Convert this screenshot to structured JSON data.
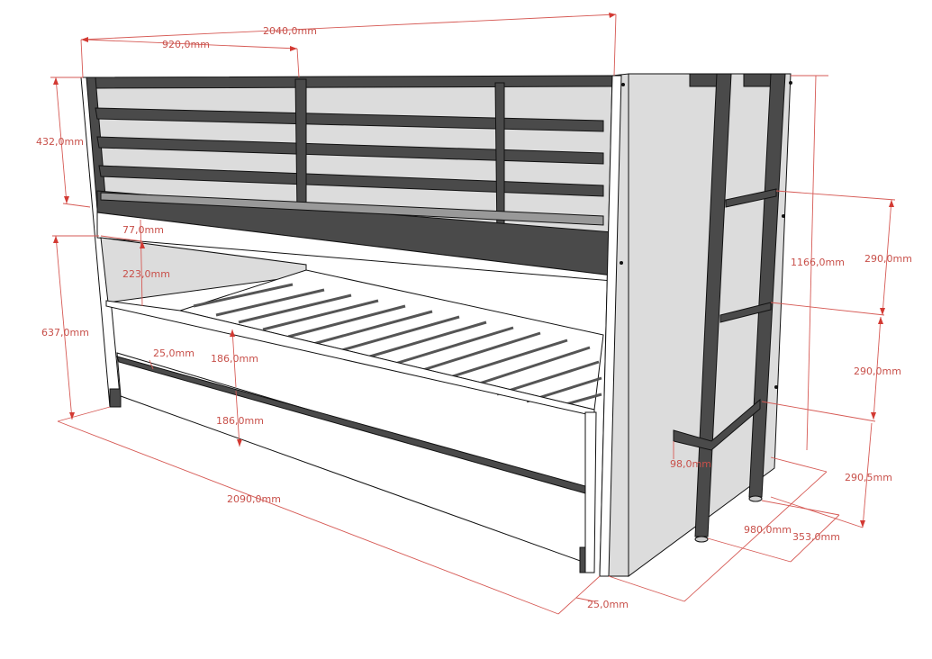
{
  "diagram": {
    "subject": "Bunk bed with pull-out trundle and ladder, dimensioned drawing",
    "units": "mm",
    "colors": {
      "dimension_line": "#d65a55",
      "dimension_text": "#c8504a",
      "metal_frame": "#4a4a4a",
      "panel": "#dcdcdc",
      "background": "#ffffff"
    },
    "dimensions": {
      "overall_length_top": "2040,0mm",
      "rail_section_length": "920,0mm",
      "guard_rail_height": "432,0mm",
      "upper_frame_gap": "77,0mm",
      "under_upper_clearance": "223,0mm",
      "lower_bed_height": "637,0mm",
      "trundle_rail_offset": "25,0mm",
      "lower_side_height": "186,0mm",
      "trundle_height": "186,0mm",
      "overall_length_bottom": "2090,0mm",
      "foot_offset": "25,0mm",
      "total_height": "1166,0mm",
      "ladder_step_1": "290,0mm",
      "ladder_step_2": "290,0mm",
      "ladder_step_bottom": "290,5mm",
      "ladder_hook_depth": "98,0mm",
      "overall_width": "980,0mm",
      "ladder_footprint_depth": "353,0mm"
    }
  }
}
